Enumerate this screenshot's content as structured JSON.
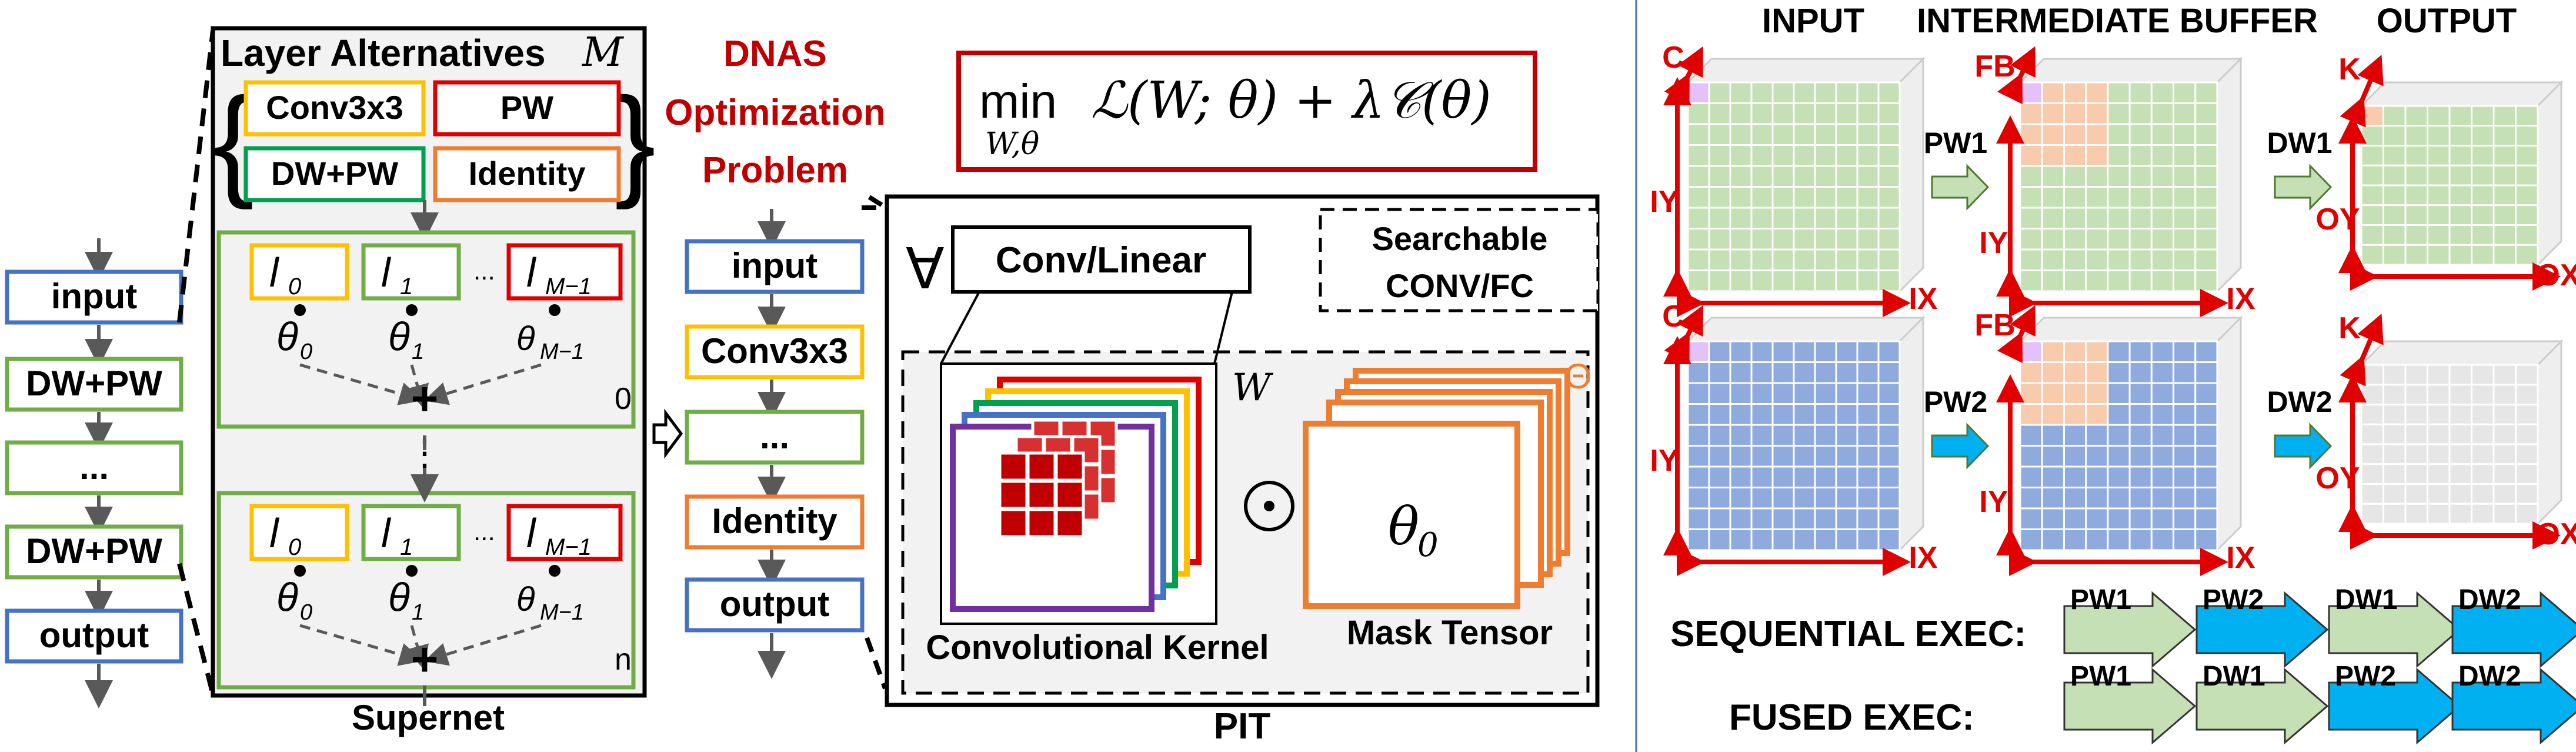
{
  "colors": {
    "red": "#c00000",
    "blue": "#4472c4",
    "green": "#70ad47",
    "orange": "#ed7d31",
    "yellow": "#ffc000",
    "purple": "#7030a0",
    "gray_fill": "#f2f2f2",
    "cube_green": "#c5e0b4",
    "cube_blue": "#8faadc",
    "cube_gray": "#e7e6e6",
    "cube_orange": "#f8cbad",
    "cube_pink": "#e4c1f9",
    "arrow_green": "#c5e0b4",
    "arrow_blue": "#00b0f0"
  },
  "left_network": {
    "blocks": [
      "input",
      "DW+PW",
      "...",
      "DW+PW",
      "output"
    ]
  },
  "supernet": {
    "title": "Layer Alternatives",
    "title_symbol": "M",
    "alternatives": [
      "Conv3x3",
      "PW",
      "DW+PW",
      "Identity"
    ],
    "layers": [
      {
        "index": "0",
        "l0": "l",
        "l0_sub": "0",
        "l1": "l",
        "l1_sub": "1",
        "dots": "...",
        "lM": "l",
        "lM_sub": "M−1",
        "th0": "θ",
        "th0_sub": "0",
        "th1": "θ",
        "th1_sub": "1",
        "thM": "θ",
        "thM_sub": "M−1"
      },
      {
        "index": "n",
        "l0": "l",
        "l0_sub": "0",
        "l1": "l",
        "l1_sub": "1",
        "dots": "...",
        "lM": "l",
        "lM_sub": "M−1",
        "th0": "θ",
        "th0_sub": "0",
        "th1": "θ",
        "th1_sub": "1",
        "thM": "θ",
        "thM_sub": "M−1"
      }
    ],
    "sum_symbol": "+",
    "vdots": "⋮",
    "caption": "Supernet"
  },
  "dnas": {
    "title_lines": [
      "DNAS",
      "Optimization",
      "Problem"
    ],
    "formula_main": "min",
    "formula_sub": "W,θ",
    "formula_rest": "ℒ(W; θ) + λ𝒞(θ)",
    "blocks": [
      "input",
      "Conv3x3",
      "...",
      "Identity",
      "output"
    ]
  },
  "pit": {
    "forall": "∀",
    "conv_linear": "Conv/Linear",
    "searchable": [
      "Searchable",
      "CONV/FC"
    ],
    "W": "W",
    "odot": "⊙",
    "theta0": "θ",
    "theta0_sub": "0",
    "Theta": "Θ",
    "kernel_caption": "Convolutional Kernel",
    "mask_caption": "Mask Tensor",
    "caption": "PIT"
  },
  "fusion": {
    "headers": [
      "INPUT",
      "INTERMEDIATE BUFFER",
      "OUTPUT"
    ],
    "row1": {
      "in_c": "C",
      "in_iy": "IY",
      "in_ix": "IX",
      "op1": "PW1",
      "mid_fb": "FB",
      "mid_iy": "IY",
      "mid_ix": "IX",
      "op2": "DW1",
      "out_k": "K",
      "out_oy": "OY",
      "out_ox": "OX"
    },
    "row2": {
      "in_c": "C",
      "in_iy": "IY",
      "in_ix": "IX",
      "op1": "PW2",
      "mid_fb": "FB",
      "mid_iy": "IY",
      "mid_ix": "IX",
      "op2": "DW2",
      "out_k": "K",
      "out_oy": "OY",
      "out_ox": "OX"
    },
    "sequential_label": "SEQUENTIAL EXEC:",
    "sequential_ops": [
      "PW1",
      "PW2",
      "DW1",
      "DW2"
    ],
    "fused_label": "FUSED EXEC:",
    "fused_ops": [
      "PW1",
      "DW1",
      "PW2",
      "DW2"
    ]
  }
}
